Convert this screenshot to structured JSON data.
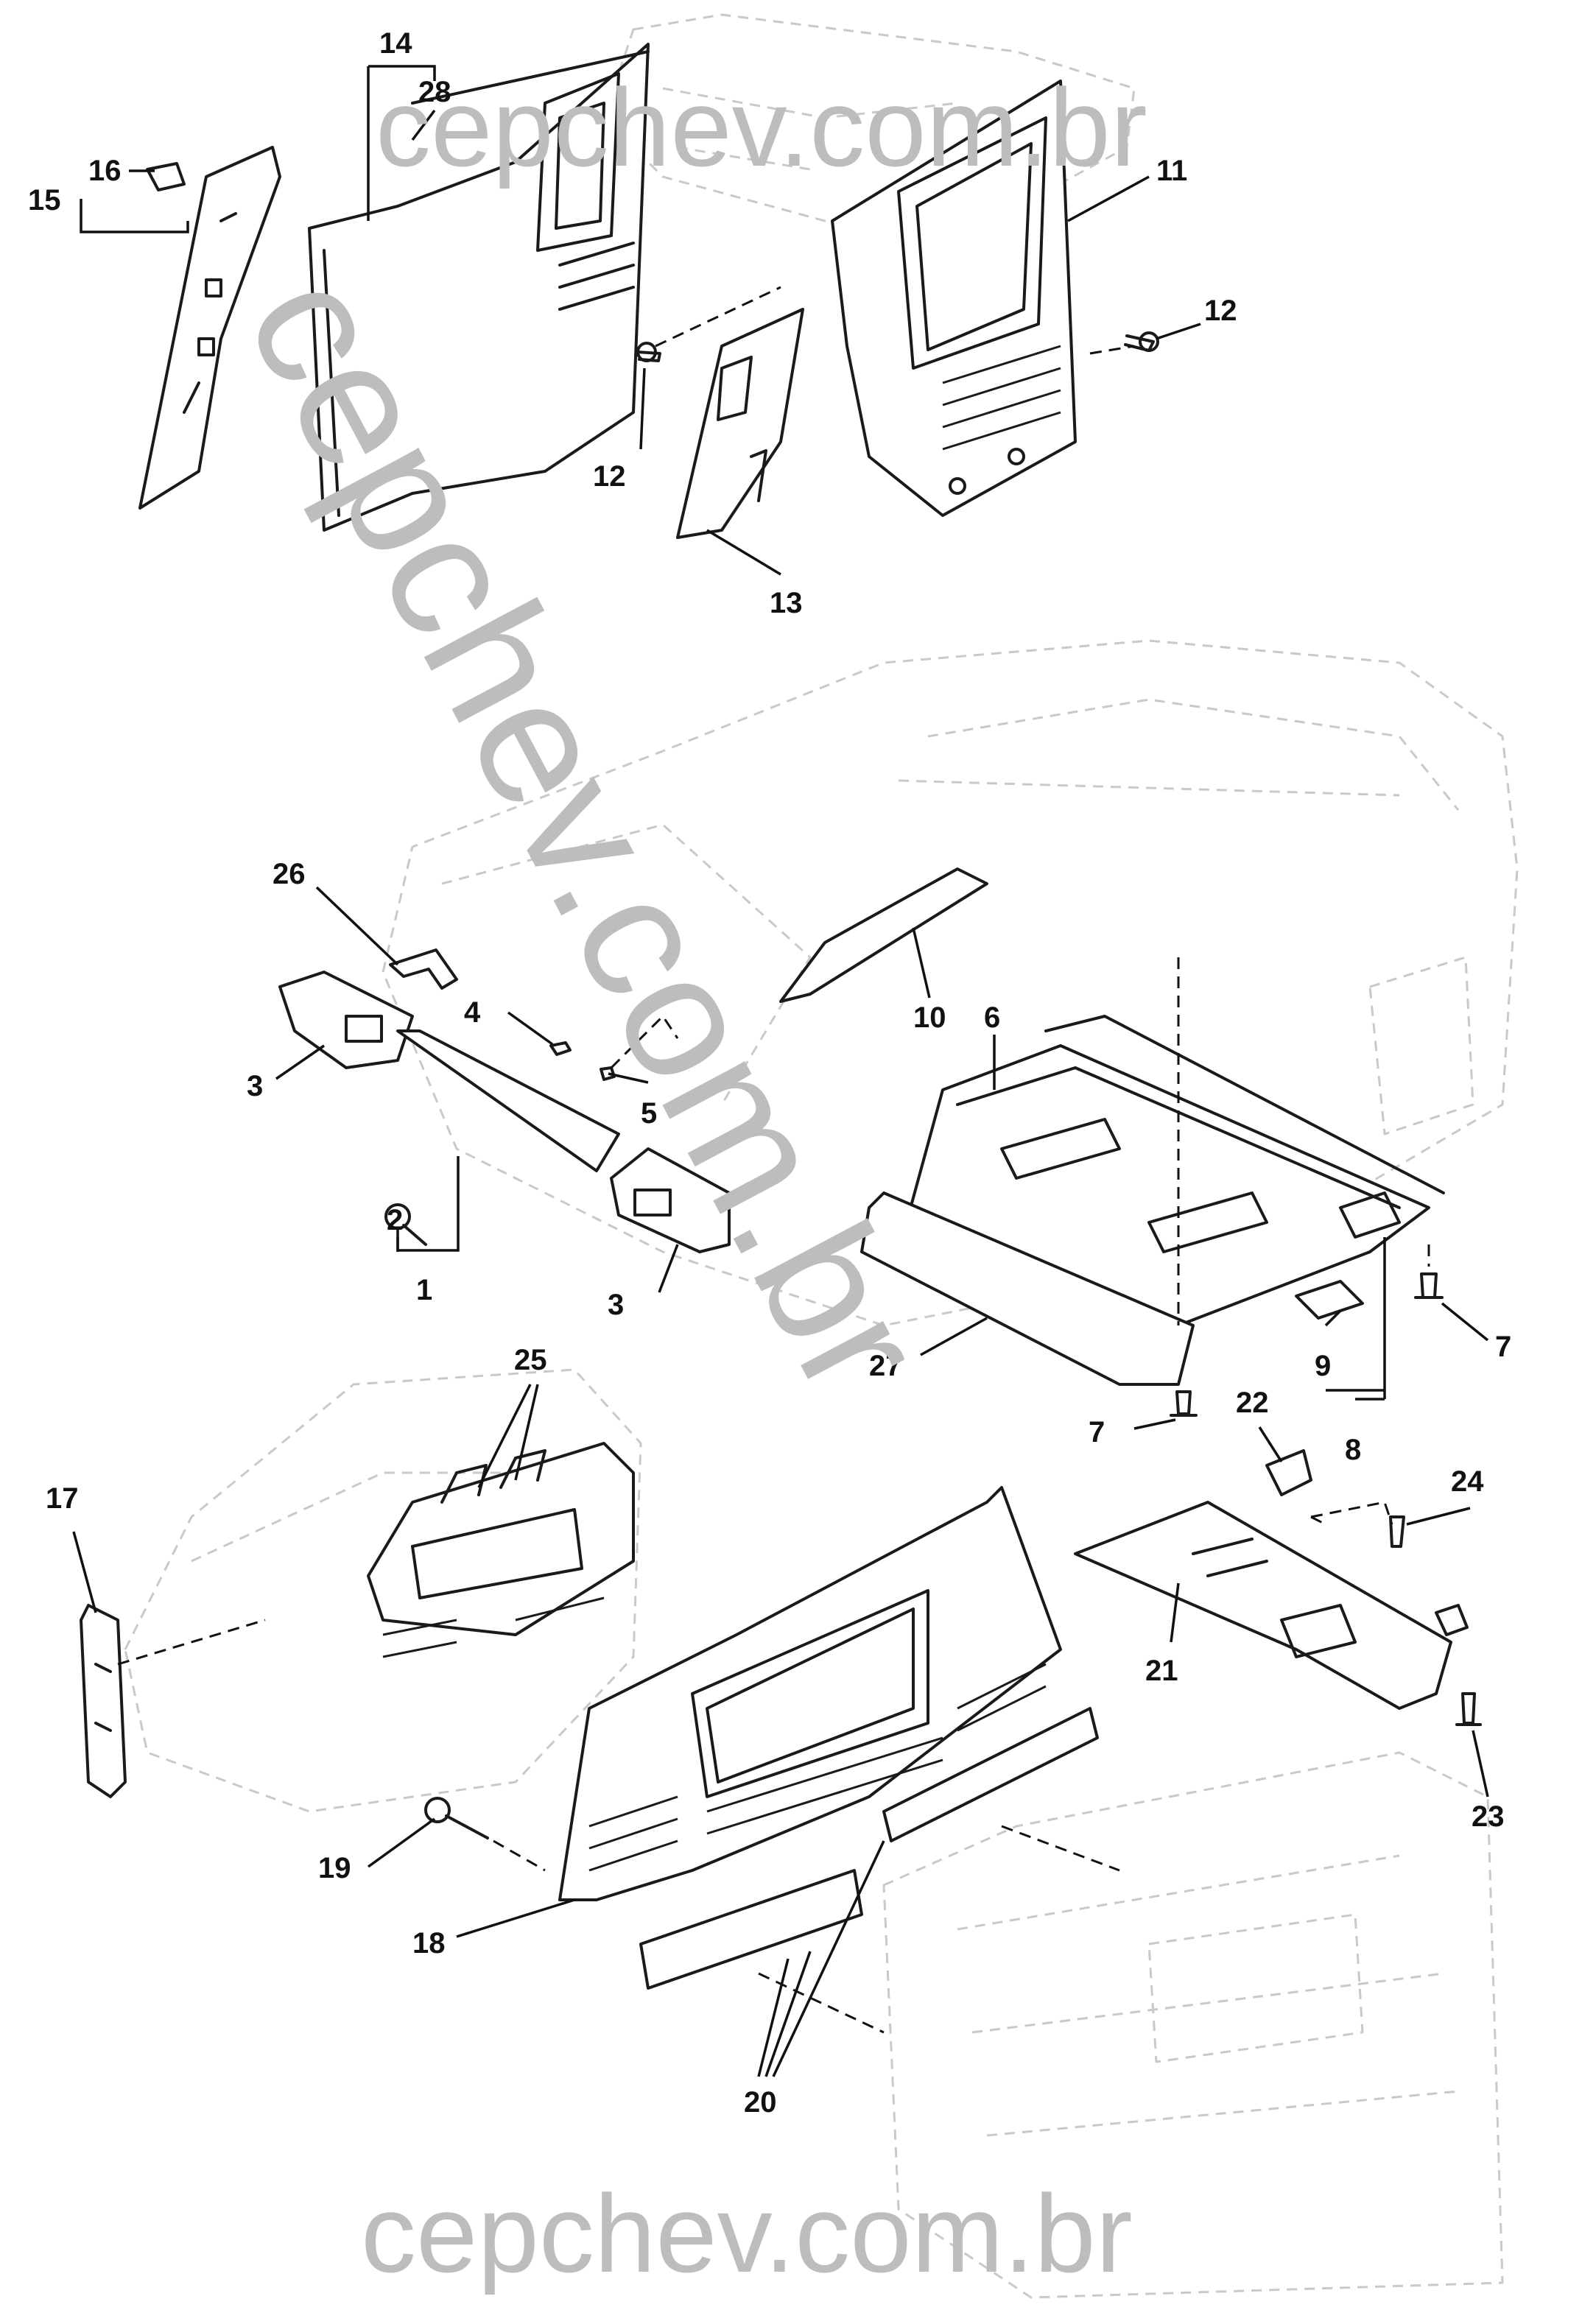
{
  "watermarks": {
    "top": "cepchev.com.br",
    "diagonal": "cepchev.com.br",
    "bottom": "cepchev.com.br"
  },
  "callouts": {
    "c1": "1",
    "c2": "2",
    "c3a": "3",
    "c3b": "3",
    "c4": "4",
    "c5": "5",
    "c6": "6",
    "c7a": "7",
    "c7b": "7",
    "c8": "8",
    "c9": "9",
    "c10": "10",
    "c11": "11",
    "c12a": "12",
    "c12b": "12",
    "c13": "13",
    "c14": "14",
    "c15": "15",
    "c16": "16",
    "c17": "17",
    "c18": "18",
    "c19": "19",
    "c20": "20",
    "c21": "21",
    "c22": "22",
    "c23": "23",
    "c24": "24",
    "c25": "25",
    "c26": "26",
    "c27": "27",
    "c28": "28"
  }
}
